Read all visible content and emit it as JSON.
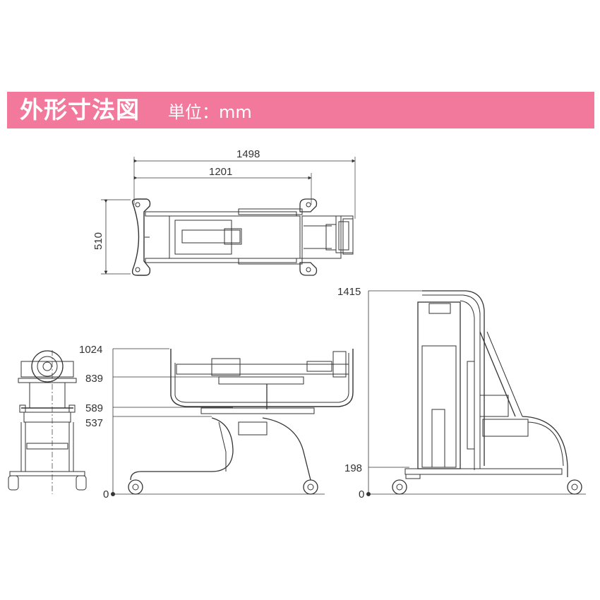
{
  "header": {
    "title": "外形寸法図",
    "unit_label": "単位：mm"
  },
  "top_view": {
    "dim_total_length": "1498",
    "dim_wheelbase": "1201",
    "dim_width": "510"
  },
  "front_view": {
    "dim_height_1024": "1024",
    "dim_height_839": "839",
    "dim_height_589": "589",
    "dim_height_537": "537",
    "dim_height_0": "0"
  },
  "side_view": {
    "dim_height_1415": "1415",
    "dim_height_198": "198",
    "dim_height_0": "0"
  },
  "colors": {
    "banner": "#f2789c",
    "line": "#333333"
  }
}
